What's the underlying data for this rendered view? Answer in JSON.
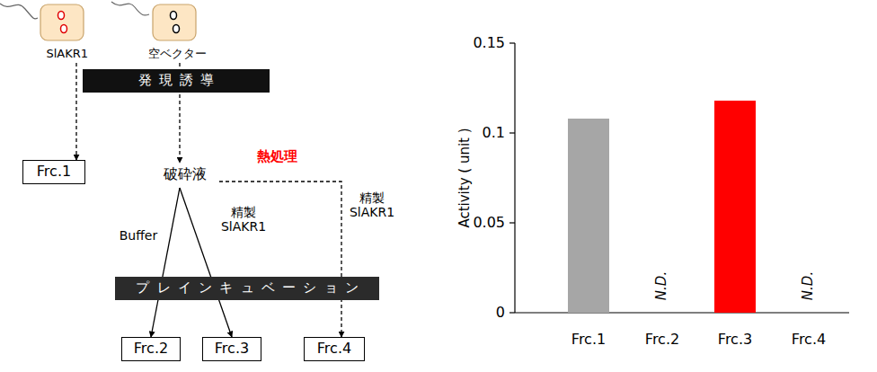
{
  "diagram": {
    "nodes": [
      {
        "text": [
          "SlAKR1"
        ]
      },
      {
        "text": [
          "空ベクター"
        ]
      },
      {
        "text": [
          "発現誘導"
        ]
      },
      {
        "text": [
          "Frc.1"
        ]
      },
      {
        "text": [
          "破砕液"
        ]
      },
      {
        "text": [
          "プレインキュベーション"
        ]
      },
      {
        "text": [
          "Frc.2"
        ]
      },
      {
        "text": [
          "Frc.3"
        ]
      },
      {
        "text": [
          "Frc.4"
        ]
      }
    ],
    "edges": [
      {
        "from": 0,
        "to": 3,
        "arrow": "to"
      },
      {
        "from": 1,
        "to": 4,
        "arrow": "to"
      },
      {
        "from": 4,
        "to": 6,
        "label": "Buffer",
        "arrow": "to"
      },
      {
        "from": 4,
        "to": 7,
        "label": "精製 SlAKR1",
        "arrow": "to"
      },
      {
        "from": 4,
        "to": 8,
        "label": "熱処理",
        "arrow": "to"
      }
    ],
    "labels": [
      "精製 SlAKR1",
      "0.15",
      "0.1",
      "0.05",
      "0",
      "Activity ( unit )",
      "N.D.",
      "N.D.",
      "Frc.1",
      "Frc.2",
      "Frc.3",
      "Frc.4"
    ]
  }
}
